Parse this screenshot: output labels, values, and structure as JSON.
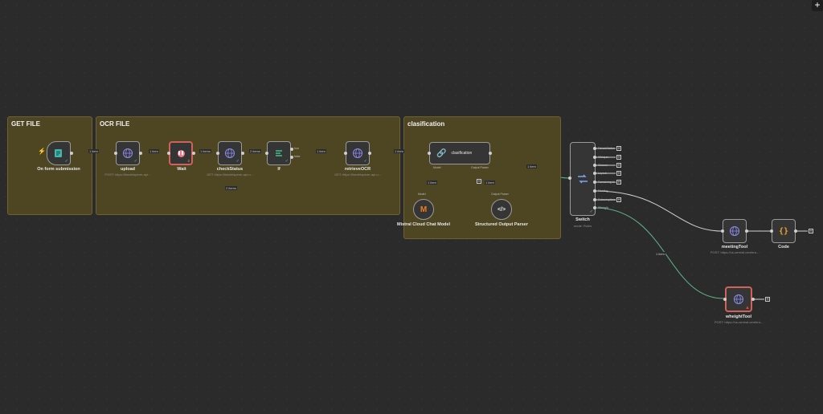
{
  "groups": {
    "get_file": "GET FILE",
    "ocr_file": "OCR FILE",
    "clasification": "clasification"
  },
  "nodes": {
    "on_form": {
      "label": "On form submission",
      "icon": "form-icon"
    },
    "upload": {
      "label": "upload",
      "sub": "POST: https://llmwhisperer-api...",
      "icon": "globe-icon"
    },
    "wait": {
      "label": "Wait",
      "icon": "pause-icon",
      "warn": "2"
    },
    "check_status": {
      "label": "checkStatus",
      "sub": "GET: https://llmwhisperer-api.u...",
      "icon": "globe-icon"
    },
    "if_node": {
      "label": "If",
      "icon": "if-icon",
      "out_true": "true",
      "out_false": "false"
    },
    "retrieve_ocr": {
      "label": "retrieveOCR",
      "sub": "GET: https://llmwhisperer-api.u...",
      "icon": "globe-icon"
    },
    "clasification": {
      "label": "clasification",
      "icon": "link-icon",
      "sub_model": "Model",
      "sub_parser": "Output Parser"
    },
    "mistral": {
      "label": "Mistral Cloud Chat Model",
      "icon": "mistral-icon",
      "sub_label": "Model"
    },
    "parser": {
      "label": "Structured Output Parser",
      "icon": "code-icon",
      "sub_label": "Output Parser"
    },
    "switch": {
      "label": "Switch",
      "sub": "mode: Rules",
      "icon": "switch-icon",
      "outputs": [
        "Rehabilitation",
        "Whisper",
        "Cleaner",
        "Layout",
        "Remaining Li...",
        "Meeting",
        "Subsumptions",
        "Wheight"
      ]
    },
    "meeting_tool": {
      "label": "meetingTool",
      "sub": "POST: https://us-central.cerebra...",
      "icon": "globe-icon"
    },
    "code": {
      "label": "Code",
      "icon": "braces-icon"
    },
    "wheight_tool": {
      "label": "wheightTool",
      "sub": "POST: https://us-central.cerebra...",
      "icon": "globe-icon"
    }
  },
  "edges": {
    "e1": "1 item",
    "e2": "1 item",
    "e3": "1 items",
    "e4": "2 items",
    "e5": "1 item",
    "e6": "1 item",
    "e7": "1 item",
    "e8": "1 item",
    "loop": "2 items",
    "model": "1 item",
    "parser": "1 item",
    "wheight": "1 item"
  },
  "toolbar": {
    "add": "+"
  },
  "colors": {
    "group_fill": "#4e4623",
    "edge_active": "#5fb38a",
    "error_border": "#d0625b",
    "success": "#5bc98a"
  }
}
